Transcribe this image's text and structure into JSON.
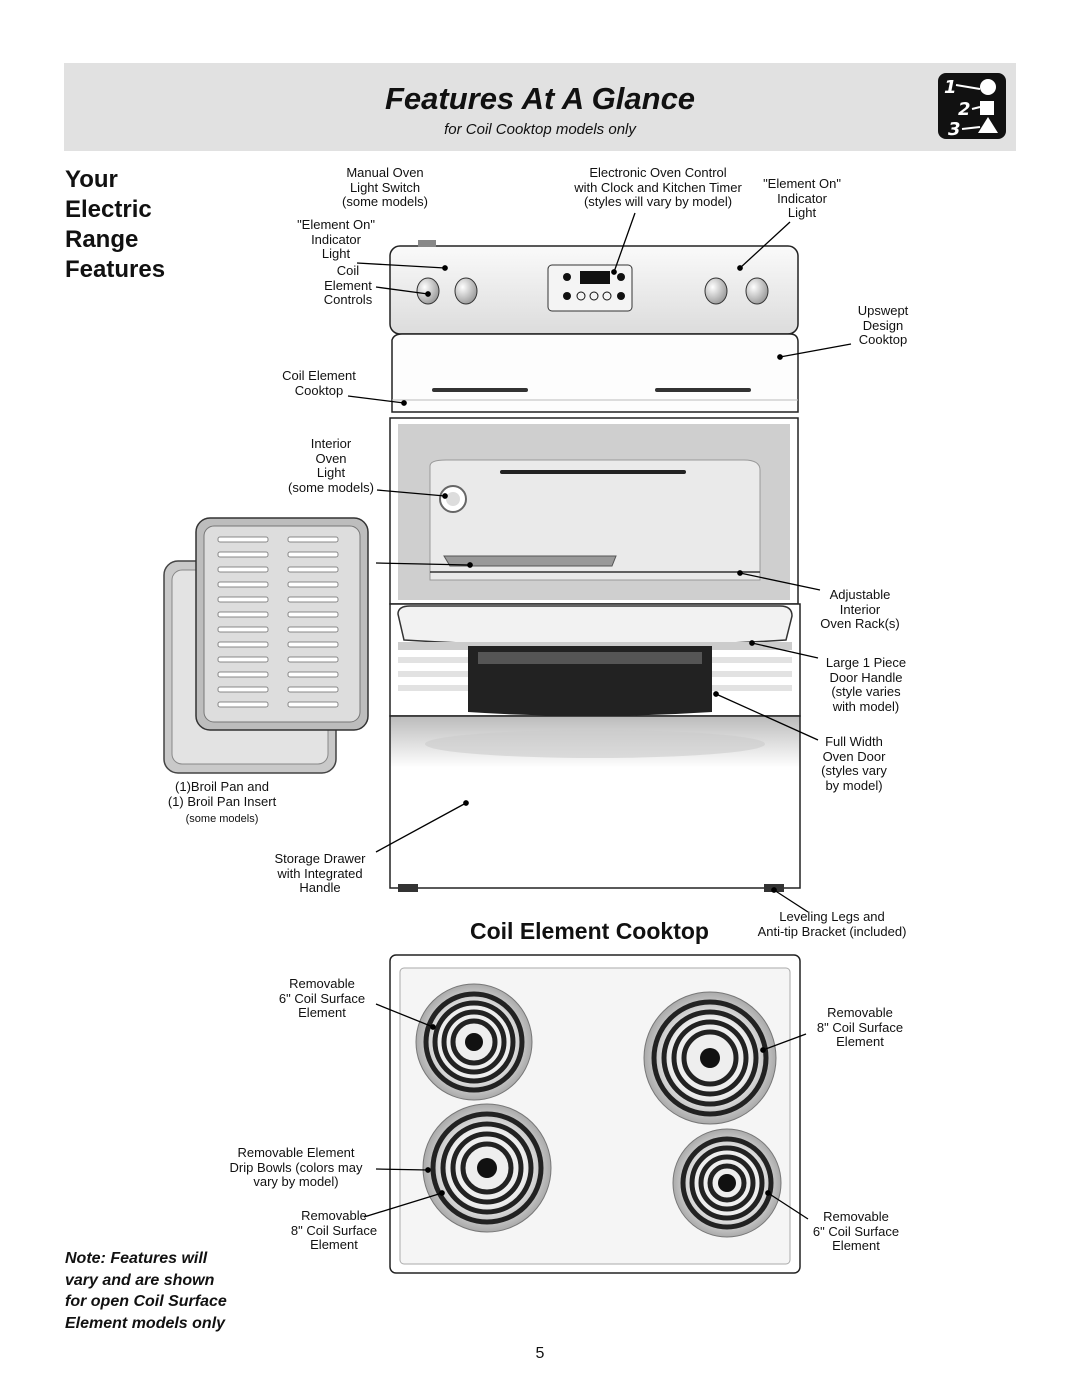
{
  "header": {
    "title": "Features At A Glance",
    "subtitle": "for Coil Cooktop models only",
    "icon": "steps-1-2-3-icon"
  },
  "side_title": {
    "lines": [
      "Your",
      "Electric",
      "Range",
      "Features"
    ]
  },
  "range_labels": {
    "manual_light_switch": [
      "Manual Oven",
      "Light Switch",
      "(some models)"
    ],
    "element_on_left": [
      "\"Element On\"",
      "Indicator",
      "Light"
    ],
    "coil_element_controls": [
      "Coil",
      "Element",
      "Controls"
    ],
    "electronic_control": [
      "Electronic Oven Control",
      "with Clock and Kitchen Timer",
      "(styles will vary by model)"
    ],
    "element_on_right": [
      "\"Element On\"",
      "Indicator",
      "Light"
    ],
    "upswept_cooktop": [
      "Upswept",
      "Design",
      "Cooktop"
    ],
    "coil_element_cooktop": [
      "Coil Element",
      "Cooktop"
    ],
    "interior_oven_light": [
      "Interior",
      "Oven",
      "Light",
      "(some models)"
    ],
    "adjustable_rack": [
      "Adjustable",
      "Interior",
      "Oven Rack(s)"
    ],
    "door_handle": [
      "Large 1 Piece",
      "Door Handle",
      "(style varies",
      "with model)"
    ],
    "oven_door": [
      "Full Width",
      "Oven Door",
      "(styles vary",
      "by model)"
    ],
    "broil_pan": [
      "(1)Broil Pan and",
      "(1) Broil Pan Insert"
    ],
    "broil_pan_note": "(some  models)",
    "storage_drawer": [
      "Storage Drawer",
      "with Integrated",
      "Handle"
    ],
    "leveling_legs": [
      "Leveling Legs and",
      "Anti-tip Bracket (included)"
    ]
  },
  "cooktop_section": {
    "title": "Coil Element Cooktop",
    "labels": {
      "top_left": [
        "Removable",
        "6\" Coil Surface",
        "Element"
      ],
      "top_right": [
        "Removable",
        "8\" Coil Surface",
        "Element"
      ],
      "drip_bowls": [
        "Removable Element",
        "Drip Bowls (colors may",
        "vary by model)"
      ],
      "bottom_left": [
        "Removable",
        "8\" Coil Surface",
        "Element"
      ],
      "bottom_right": [
        "Removable",
        "6\" Coil Surface",
        "Element"
      ]
    }
  },
  "note": [
    "Note: Features will",
    "vary and are shown",
    "for open Coil Surface",
    "Element models only"
  ],
  "page_number": "5"
}
